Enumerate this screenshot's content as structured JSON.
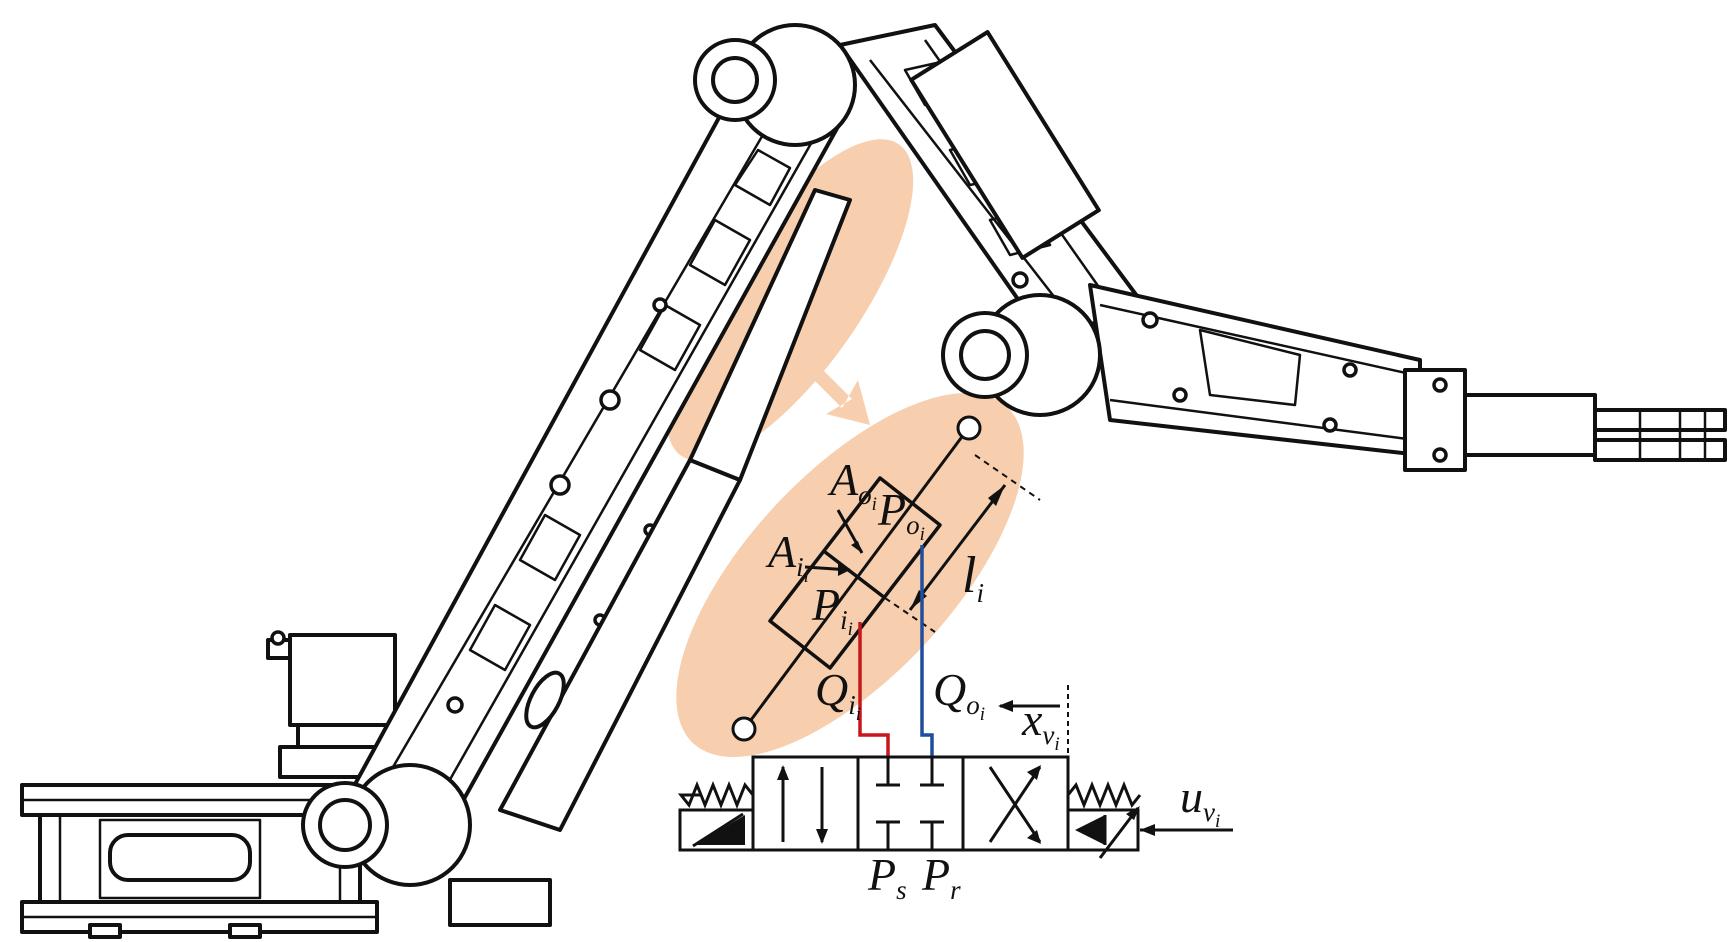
{
  "colors": {
    "highlight": "#F7CFAE",
    "supply_line": "#C8161D",
    "return_line": "#1F4E9C",
    "ink": "#111111"
  },
  "labels": {
    "A_o": {
      "main": "A",
      "sub": "o",
      "subsub": "i"
    },
    "P_o": {
      "main": "P",
      "sub": "o",
      "subsub": "i"
    },
    "A_i": {
      "main": "A",
      "sub": "i",
      "subsub": "i"
    },
    "P_i": {
      "main": "P",
      "sub": "i",
      "subsub": "i"
    },
    "l_i": {
      "main": "l",
      "sub": "i"
    },
    "Q_i": {
      "main": "Q",
      "sub": "i",
      "subsub": "i"
    },
    "Q_o": {
      "main": "Q",
      "sub": "o",
      "subsub": "i"
    },
    "x_v": {
      "main": "x",
      "sub": "v",
      "subsub": "i"
    },
    "u_v": {
      "main": "u",
      "sub": "v",
      "subsub": "i"
    },
    "P_s": {
      "main": "P",
      "sub": "s"
    },
    "P_r": {
      "main": "P",
      "sub": "r"
    }
  }
}
